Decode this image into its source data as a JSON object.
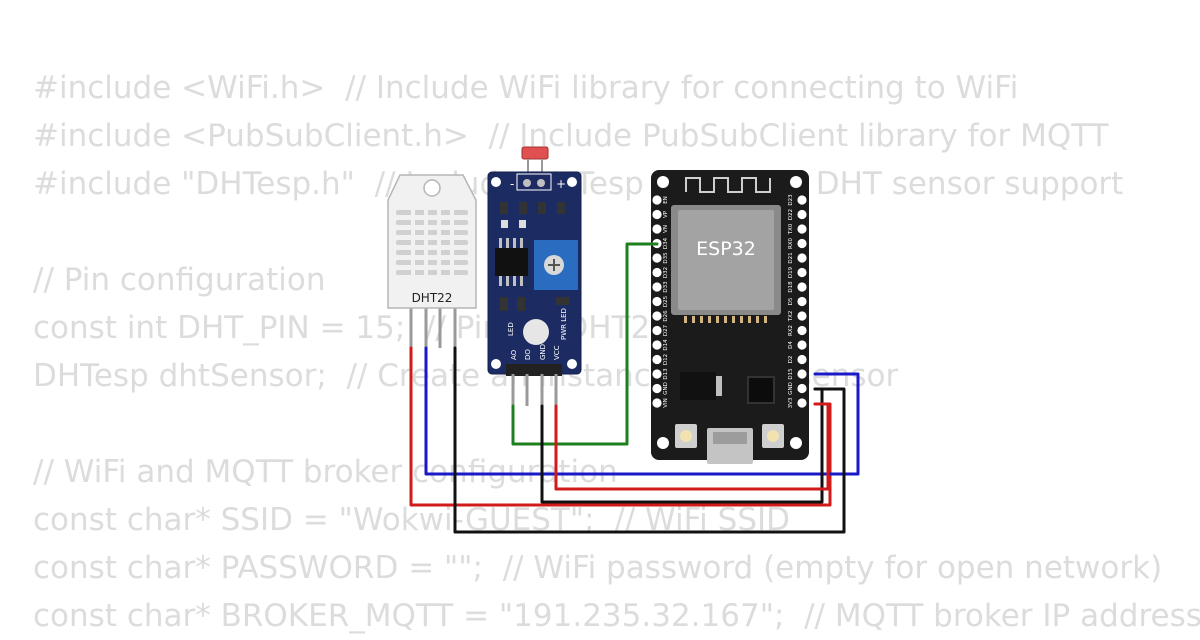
{
  "code_lines": [
    "#include <WiFi.h>  // Include WiFi library for connecting to WiFi",
    "#include <PubSubClient.h>  // Include PubSubClient library for MQTT",
    "#include \"DHTesp.h\"  // Include DHTesp library for DHT sensor support",
    "",
    "// Pin configuration",
    "const int DHT_PIN = 15;  // Pin for DHT22",
    "DHTesp dhtSensor;  // Create an instance of DHT sensor",
    "",
    "// WiFi and MQTT broker configuration",
    "const char* SSID = \"Wokwi-GUEST\";  // WiFi SSID",
    "const char* PASSWORD = \"\";  // WiFi password (empty for open network)",
    "const char* BROKER_MQTT = \"191.235.32.167\";  // MQTT broker IP address"
  ],
  "dht22": {
    "label": "DHT22"
  },
  "ldr_module": {
    "top_left_symbol": "-",
    "top_right_symbol": "+",
    "pin_labels": [
      "AO",
      "DO",
      "GND",
      "VCC"
    ],
    "led_labels": [
      "LED",
      "PWR LED"
    ]
  },
  "esp32": {
    "label": "ESP32",
    "left_pins": [
      "EN",
      "VP",
      "VN",
      "D34",
      "D35",
      "D32",
      "D33",
      "D25",
      "D26",
      "D27",
      "D14",
      "D12",
      "D13",
      "GND",
      "VIN"
    ],
    "right_pins": [
      "D23",
      "D22",
      "TX0",
      "RX0",
      "D21",
      "D19",
      "D18",
      "D5",
      "TX2",
      "RX2",
      "D4",
      "D2",
      "D15",
      "GND",
      "3V3"
    ]
  },
  "colors": {
    "wire_red": "#d11a1a",
    "wire_blue": "#1919c8",
    "wire_black": "#111111",
    "wire_green": "#1e7f1e",
    "esp_board": "#1b1b1b",
    "module_board": "#1d2b63",
    "sensor_body": "#f1f1f1",
    "code_text": "#dcdcdc"
  }
}
